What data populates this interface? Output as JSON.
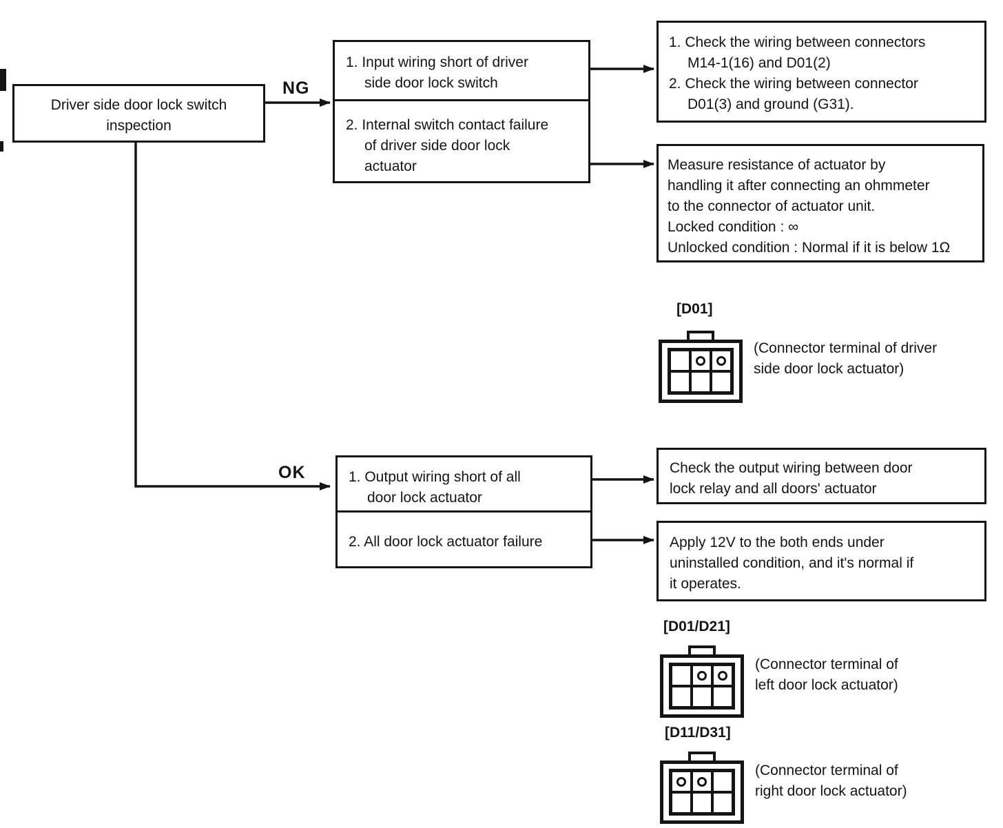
{
  "colors": {
    "ink": "#141414",
    "paper": "#ffffff"
  },
  "flowchart": {
    "start_box": {
      "lines": [
        "Driver side door lock switch",
        "inspection"
      ]
    },
    "labels": {
      "ng": "NG",
      "ok": "OK"
    },
    "ng_branch": {
      "cause_box": {
        "cells": [
          {
            "items": [
              [
                "1. Input wiring short of driver",
                "side door lock switch"
              ]
            ]
          },
          {
            "items": [
              [
                "2. Internal switch contact failure",
                "of driver side door lock",
                "actuator"
              ]
            ]
          }
        ]
      },
      "action_boxes": [
        {
          "items": [
            [
              "1. Check the wiring between connectors",
              "M14-1(16) and D01(2)"
            ],
            [
              "2. Check the wiring between connector",
              "D01(3) and ground (G31)."
            ]
          ]
        },
        {
          "items": [
            [
              "Measure resistance of actuator by",
              "handling it after connecting an ohmmeter",
              "to the connector of actuator unit."
            ],
            [
              "Locked condition : ∞"
            ],
            [
              "Unlocked condition : Normal if it is below 1Ω"
            ]
          ]
        }
      ]
    },
    "ok_branch": {
      "cause_box": {
        "cells": [
          {
            "items": [
              [
                "1. Output wiring short of all",
                "door lock actuator"
              ]
            ]
          },
          {
            "items": [
              [
                "2. All door lock actuator failure"
              ]
            ]
          }
        ]
      },
      "action_boxes": [
        {
          "items": [
            [
              "Check the output wiring between door",
              "lock relay and all doors' actuator"
            ]
          ]
        },
        {
          "items": [
            [
              "Apply 12V to the both ends under",
              "uninstalled condition, and it's normal if",
              "it operates."
            ]
          ]
        }
      ]
    },
    "connectors": [
      {
        "label": "[D01]",
        "caption": [
          "(Connector terminal of driver",
          "side door lock actuator)"
        ],
        "grid": {
          "rows": 2,
          "cols": 3
        },
        "pins": [
          [
            0,
            1
          ],
          [
            0,
            2
          ]
        ]
      },
      {
        "label": "[D01/D21]",
        "caption": [
          "(Connector terminal of",
          "left door lock actuator)"
        ],
        "grid": {
          "rows": 2,
          "cols": 3
        },
        "pins": [
          [
            0,
            1
          ],
          [
            0,
            2
          ]
        ]
      },
      {
        "label": "[D11/D31]",
        "caption": [
          "(Connector terminal of",
          "right door lock actuator)"
        ],
        "grid": {
          "rows": 2,
          "cols": 3
        },
        "pins": [
          [
            0,
            0
          ],
          [
            0,
            1
          ]
        ]
      }
    ]
  }
}
